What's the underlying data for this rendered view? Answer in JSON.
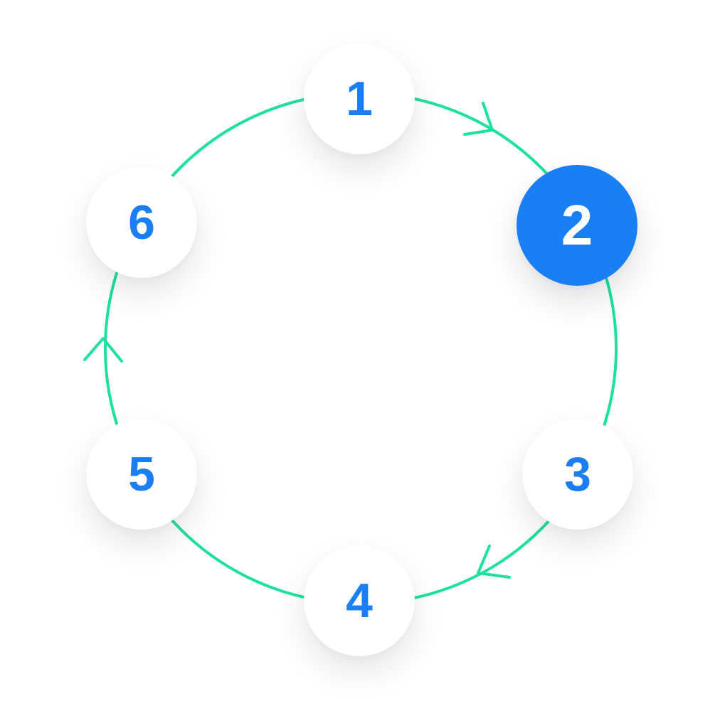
{
  "colors": {
    "background": "#ffffff",
    "connector": "#1ee0a1",
    "node_fill": "#ffffff",
    "node_text": "#1a7ef5",
    "active_fill": "#1a7ef5",
    "active_text": "#ffffff"
  },
  "cycle": {
    "active_step": "2",
    "steps": [
      {
        "label": "1"
      },
      {
        "label": "2"
      },
      {
        "label": "3"
      },
      {
        "label": "4"
      },
      {
        "label": "5"
      },
      {
        "label": "6"
      }
    ]
  }
}
